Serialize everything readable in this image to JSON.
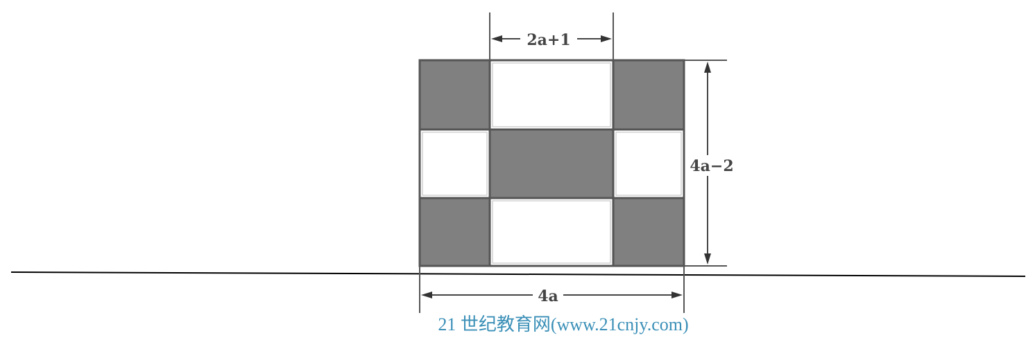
{
  "dimensions": {
    "top_width": "2a+1",
    "right_height": "4a−2",
    "bottom_width": "4a"
  },
  "grid": {
    "rows": 3,
    "cols": 3,
    "shaded": [
      [
        true,
        false,
        true
      ],
      [
        false,
        true,
        false
      ],
      [
        true,
        false,
        true
      ]
    ],
    "shaded_color": "#808080",
    "unshaded_color": "#ffffff"
  },
  "watermark": "21 世纪教育网(www.21cnjy.com)",
  "colors": {
    "line": "#000000",
    "dimension": "#444444",
    "watermark": "#3a8fb7"
  }
}
